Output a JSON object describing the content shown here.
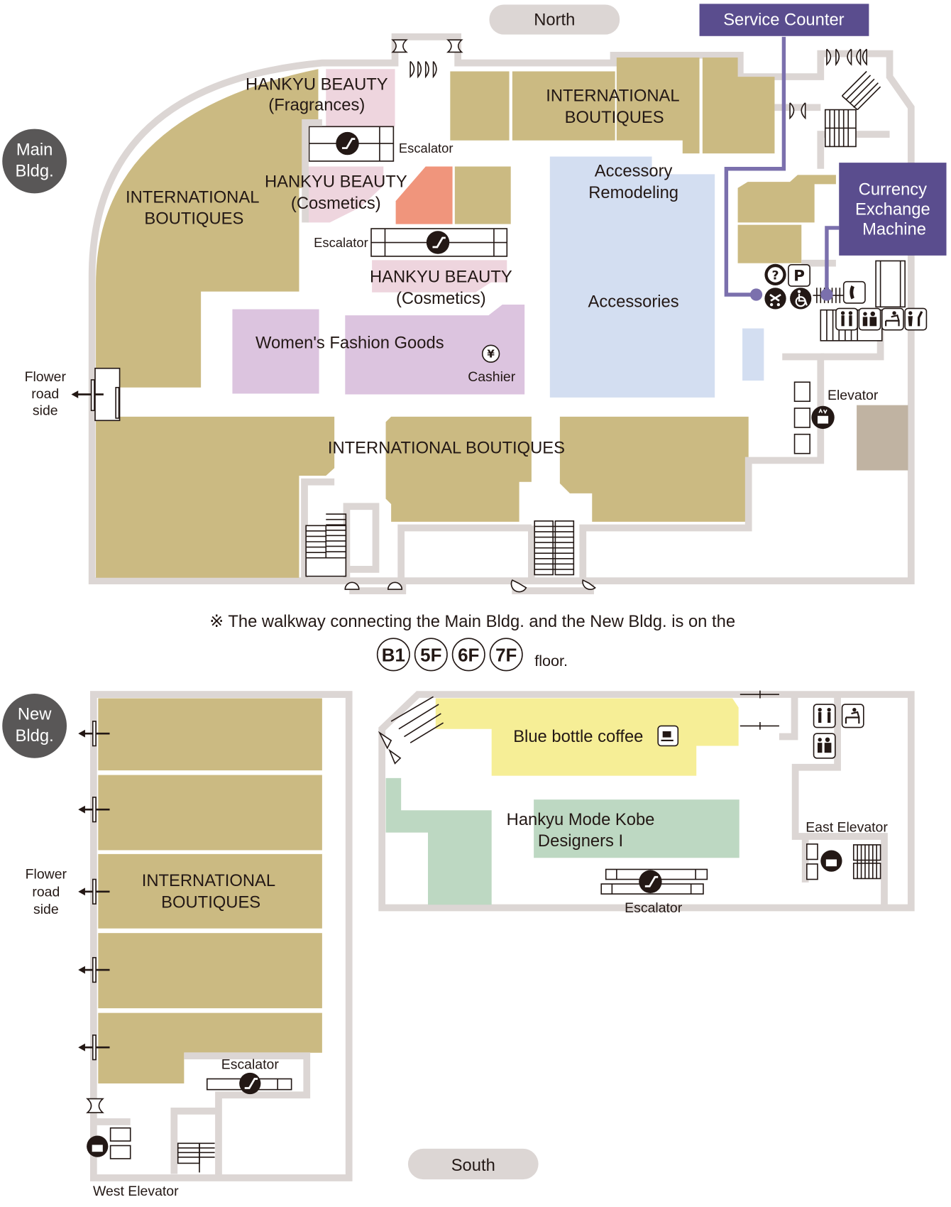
{
  "compass": {
    "north": "North",
    "south": "South"
  },
  "buildings": {
    "main": {
      "line1": "Main",
      "line2": "Bldg."
    },
    "new": {
      "line1": "New",
      "line2": "Bldg."
    }
  },
  "callouts": {
    "service_counter": "Service Counter",
    "currency_exchange": {
      "line1": "Currency",
      "line2": "Exchange",
      "line3": "Machine"
    }
  },
  "main_building": {
    "stores": {
      "hankyu_beauty_fragrances": {
        "line1": "HANKYU BEAUTY",
        "line2": "(Fragrances)"
      },
      "hankyu_beauty_cosmetics_1": {
        "line1": "HANKYU BEAUTY",
        "line2": "(Cosmetics)"
      },
      "hankyu_beauty_cosmetics_2": {
        "line1": "HANKYU BEAUTY",
        "line2": "(Cosmetics)"
      },
      "intl_boutiques_west": {
        "line1": "INTERNATIONAL",
        "line2": "BOUTIQUES"
      },
      "intl_boutiques_north": {
        "line1": "INTERNATIONAL",
        "line2": "BOUTIQUES"
      },
      "intl_boutiques_south": "INTERNATIONAL BOUTIQUES",
      "womens_fashion_goods": "Women's Fashion Goods",
      "accessory_remodeling": {
        "line1": "Accessory",
        "line2": "Remodeling"
      },
      "accessories": "Accessories"
    },
    "facilities": {
      "escalator_1": "Escalator",
      "escalator_2": "Escalator",
      "cashier": "Cashier",
      "elevator": "Elevator"
    },
    "exit_label": {
      "line1": "Flower",
      "line2": "road",
      "line3": "side"
    }
  },
  "walkway_note": {
    "text": "※ The walkway connecting the Main Bldg. and the New Bldg. is on the",
    "floors": [
      "B1",
      "5F",
      "6F",
      "7F"
    ],
    "suffix": "floor."
  },
  "new_building": {
    "stores": {
      "intl_boutiques": {
        "line1": "INTERNATIONAL",
        "line2": "BOUTIQUES"
      },
      "blue_bottle_coffee": "Blue bottle coffee",
      "hankyu_mode_kobe": {
        "line1": "Hankyu Mode Kobe",
        "line2": "Designers I"
      }
    },
    "facilities": {
      "escalator_west": "Escalator",
      "escalator_east": "Escalator",
      "east_elevator": "East Elevator",
      "west_elevator": "West Elevator"
    },
    "exit_label": {
      "line1": "Flower",
      "line2": "road",
      "line3": "side"
    }
  },
  "icons": {
    "escalator": "escalator-icon",
    "elevator": "elevator-icon",
    "cashier": "yen-icon",
    "information": "question-icon",
    "parking": "parking-icon",
    "stroller": "stroller-icon",
    "wheelchair": "wheelchair-icon",
    "telephone": "telephone-icon",
    "restroom": "restroom-icon",
    "multipurpose_restroom": "family-restroom-icon",
    "baby_changing": "baby-changing-icon",
    "powder_room": "powder-room-icon",
    "cafe": "coffee-cup-icon"
  },
  "colors": {
    "boutique": "#cbba82",
    "beauty": "#eed5de",
    "fashion_goods": "#dcc4df",
    "accessories": "#d3def1",
    "coffee": "#f6ee96",
    "mode_kobe": "#bdd8c2",
    "callout": "#5a4d8e",
    "wall": "#dcd6d4"
  }
}
